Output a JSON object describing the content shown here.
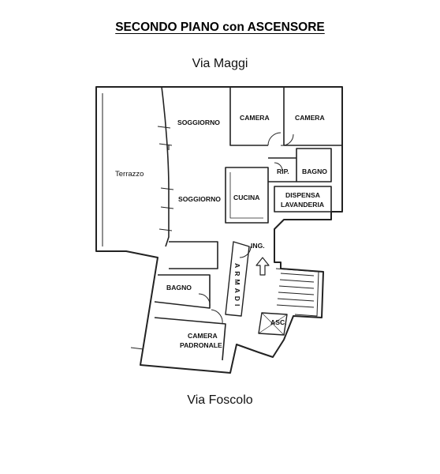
{
  "title": "SECONDO PIANO con ASCENSORE",
  "streets": {
    "top": "Via Maggi",
    "bottom": "Via Foscolo"
  },
  "rooms": {
    "terrazzo": "Terrazzo",
    "soggiorno_1": "SOGGIORNO",
    "soggiorno_2": "SOGGIORNO",
    "camera_1": "CAMERA",
    "camera_2": "CAMERA",
    "rip": "RIP.",
    "bagno_1": "BAGNO",
    "cucina": "CUCINA",
    "dispensa": "DISPENSA",
    "lavanderia": "LAVANDERIA",
    "ingresso": "ING.",
    "armadi": "ARMADI",
    "bagno_2": "BAGNO",
    "camera_padronale_1": "CAMERA",
    "camera_padronale_2": "PADRONALE",
    "ascensore": "ASC."
  }
}
